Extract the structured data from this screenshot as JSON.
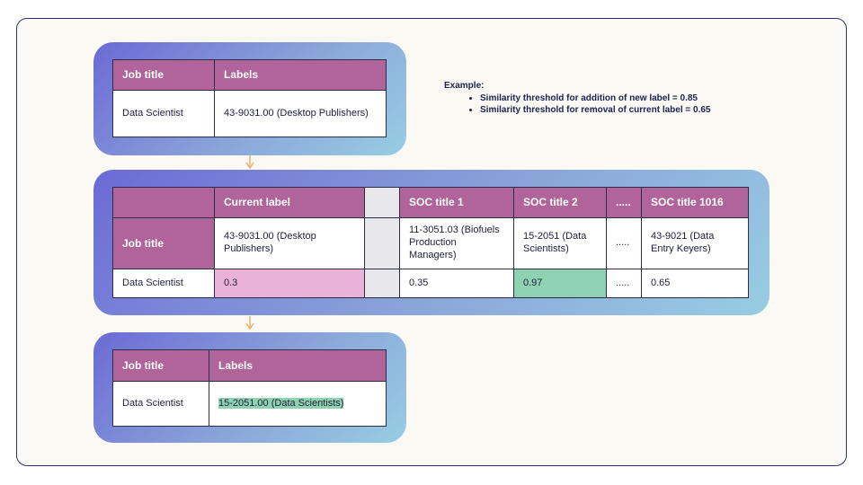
{
  "table1": {
    "headers": [
      "Job title",
      "Labels"
    ],
    "job": "Data Scientist",
    "label": "43-9031.00 (Desktop Publishers)"
  },
  "example": {
    "title": "Example:",
    "items": [
      "Similarity threshold for addition of new label = 0.85",
      "Similarity threshold for removal of current label = 0.65"
    ]
  },
  "table2": {
    "headers": [
      "",
      "Current label",
      "",
      "SOC title 1",
      "SOC title 2",
      ".....",
      "SOC title 1016"
    ],
    "row_header": "Job title",
    "titles": [
      "43-9031.00 (Desktop Publishers)",
      "11-3051.03 (Biofuels Production Managers)",
      "15-2051 (Data Scientists)",
      ".....",
      "43-9021 (Data Entry Keyers)"
    ],
    "job": "Data Scientist",
    "scores": [
      "0.3",
      "0.35",
      "0.97",
      ".....",
      "0.65"
    ]
  },
  "table3": {
    "headers": [
      "Job title",
      "Labels"
    ],
    "job": "Data Scientist",
    "label": "15-2051.00 (Data Scientists)"
  },
  "colors": {
    "header": "#b0649a",
    "current_score": "#ebb2d8",
    "selected_score": "#8fd2b2",
    "arrow": "#f0b070",
    "frame_border": "#2b2f6b"
  }
}
